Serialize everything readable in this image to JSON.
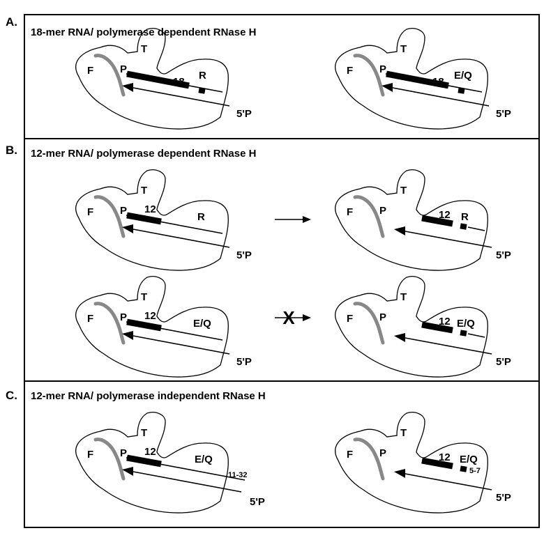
{
  "panels": [
    {
      "label": "A.",
      "title": "18-mer RNA/ polymerase dependent RNase H",
      "diagrams": [
        {
          "fingers": "F",
          "palm": "P",
          "thumb": "T",
          "rnase": "R",
          "rna_length": "18",
          "primer_end": "5'P"
        },
        {
          "fingers": "F",
          "palm": "P",
          "thumb": "T",
          "rnase": "E/Q",
          "rna_length": "18",
          "primer_end": "5'P"
        }
      ]
    },
    {
      "label": "B.",
      "title": "12-mer RNA/ polymerase dependent RNase H",
      "diagrams": [
        {
          "fingers": "F",
          "palm": "P",
          "thumb": "T",
          "rnase": "R",
          "rna_length": "12",
          "primer_end": "5'P"
        },
        {
          "fingers": "F",
          "palm": "P",
          "thumb": "T",
          "rnase": "R",
          "rna_length": "12",
          "primer_end": "5'P"
        },
        {
          "fingers": "F",
          "palm": "P",
          "thumb": "T",
          "rnase": "E/Q",
          "rna_length": "12",
          "primer_end": "5'P"
        },
        {
          "fingers": "F",
          "palm": "P",
          "thumb": "T",
          "rnase": "E/Q",
          "rna_length": "12",
          "primer_end": "5'P"
        }
      ],
      "blocked_mark": "X"
    },
    {
      "label": "C.",
      "title": "12-mer RNA/ polymerase independent RNase H",
      "diagrams": [
        {
          "fingers": "F",
          "palm": "P",
          "thumb": "T",
          "rnase": "E/Q",
          "rna_length": "12",
          "primer_end": "5'P",
          "distance": "11-32"
        },
        {
          "fingers": "F",
          "palm": "P",
          "thumb": "T",
          "rnase": "E/Q",
          "rna_length": "12",
          "primer_end": "5'P",
          "distance": "5-7"
        }
      ]
    }
  ],
  "colors": {
    "template_strand": "#888888",
    "ink": "#000000"
  }
}
